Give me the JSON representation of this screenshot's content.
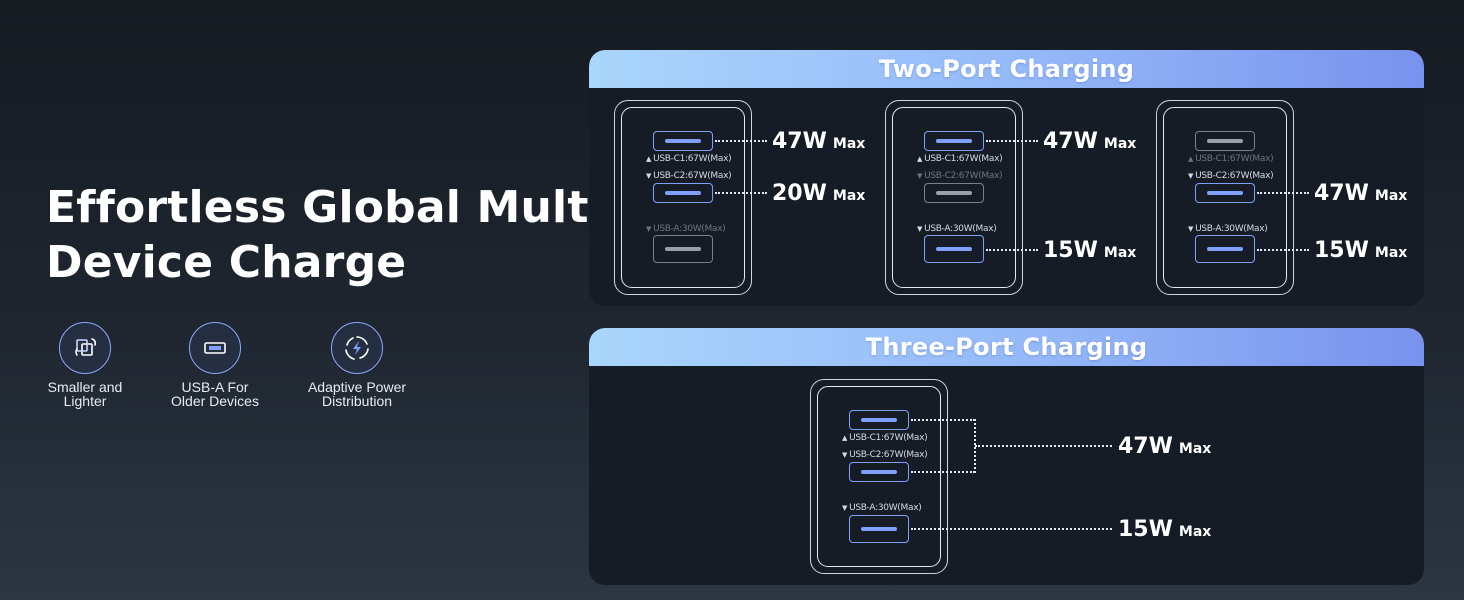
{
  "headline": {
    "line1": "Effortless Global Multi-",
    "line2": "Device Charge"
  },
  "features": [
    {
      "icon": "compact-size-icon",
      "line1": "Smaller and",
      "line2": "Lighter"
    },
    {
      "icon": "usb-a-port-icon",
      "line1": "USB-A For",
      "line2": "Older Devices"
    },
    {
      "icon": "adaptive-power-icon",
      "line1": "Adaptive Power",
      "line2": "Distribution"
    }
  ],
  "ports": {
    "c1": "USB-C1:67W(Max)",
    "c2": "USB-C2:67W(Max)",
    "a": "USB-A:30W(Max)"
  },
  "max_label": "Max",
  "two_port": {
    "title": "Two-Port Charging",
    "configs": [
      {
        "w1": "47W",
        "w2": "20W"
      },
      {
        "w1": "47W",
        "w2": "15W"
      },
      {
        "w1": "47W",
        "w2": "15W"
      }
    ]
  },
  "three_port": {
    "title": "Three-Port Charging",
    "w_combined": "47W",
    "w_a": "15W"
  },
  "colors": {
    "accent": "#7fa0ff",
    "header_start": "#a9d6fc",
    "header_end": "#7892ee"
  }
}
